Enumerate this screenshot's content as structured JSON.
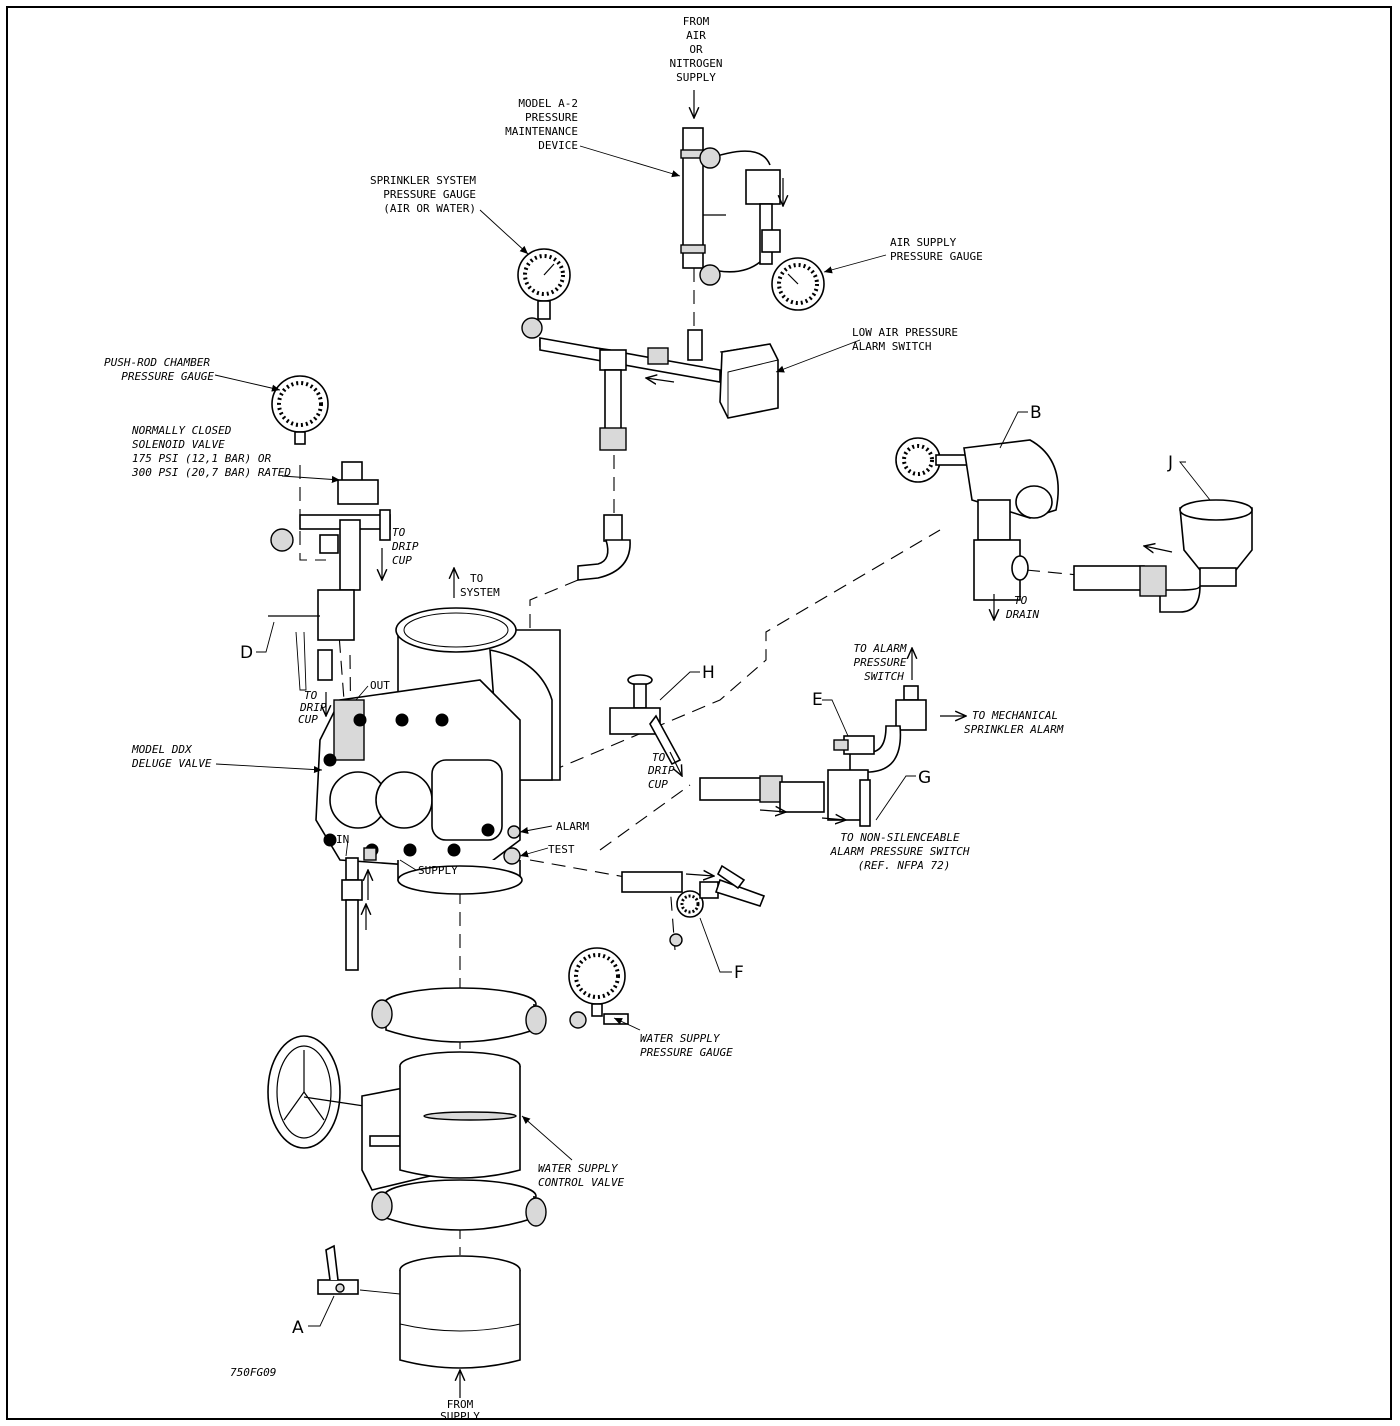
{
  "drawing_code": "750FG09",
  "callouts": {
    "from_air_supply": [
      "FROM",
      "AIR",
      "OR",
      "NITROGEN",
      "SUPPLY"
    ],
    "pressure_maintenance_device": [
      "MODEL A-2",
      "PRESSURE",
      "MAINTENANCE",
      "DEVICE"
    ],
    "sprinkler_system_gauge": [
      "SPRINKLER SYSTEM",
      "PRESSURE GAUGE",
      "(AIR OR WATER)"
    ],
    "air_supply_gauge": [
      "AIR SUPPLY",
      "PRESSURE GAUGE"
    ],
    "low_air_switch": [
      "LOW AIR PRESSURE",
      "ALARM SWITCH"
    ],
    "push_rod_gauge": [
      "PUSH-ROD CHAMBER",
      "PRESSURE GAUGE"
    ],
    "solenoid_valve": [
      "NORMALLY CLOSED",
      "SOLENOID VALVE",
      "175 PSI (12,1 BAR) OR",
      "300 PSI (20,7 BAR) RATED"
    ],
    "to_drip_cup_upper": [
      "TO",
      "DRIP",
      "CUP"
    ],
    "to_system": [
      "TO",
      "SYSTEM"
    ],
    "to_drain": [
      "TO",
      "DRAIN"
    ],
    "to_alarm_switch": [
      "TO ALARM",
      "PRESSURE",
      "SWITCH"
    ],
    "to_mech_alarm": [
      "TO MECHANICAL",
      "SPRINKLER ALARM"
    ],
    "to_drip_cup_left": [
      "TO",
      "DRIP",
      "CUP"
    ],
    "to_drip_cup_mid": [
      "TO",
      "DRIP",
      "CUP"
    ],
    "out_label": "OUT",
    "in_label": "IN",
    "alarm_label": "ALARM",
    "test_label": "TEST",
    "supply_label": "SUPPLY",
    "deluge_valve": [
      "MODEL DDX",
      "DELUGE VALVE"
    ],
    "non_silenceable": [
      "TO NON-SILENCEABLE",
      "ALARM PRESSURE SWITCH",
      "(REF. NFPA 72)"
    ],
    "water_supply_gauge": [
      "WATER SUPPLY",
      "PRESSURE GAUGE"
    ],
    "control_valve": [
      "WATER SUPPLY",
      "CONTROL VALVE"
    ],
    "from_supply": [
      "FROM",
      "SUPPLY"
    ]
  },
  "letters": {
    "A": "A",
    "B": "B",
    "D": "D",
    "E": "E",
    "F": "F",
    "G": "G",
    "H": "H",
    "J": "J"
  }
}
